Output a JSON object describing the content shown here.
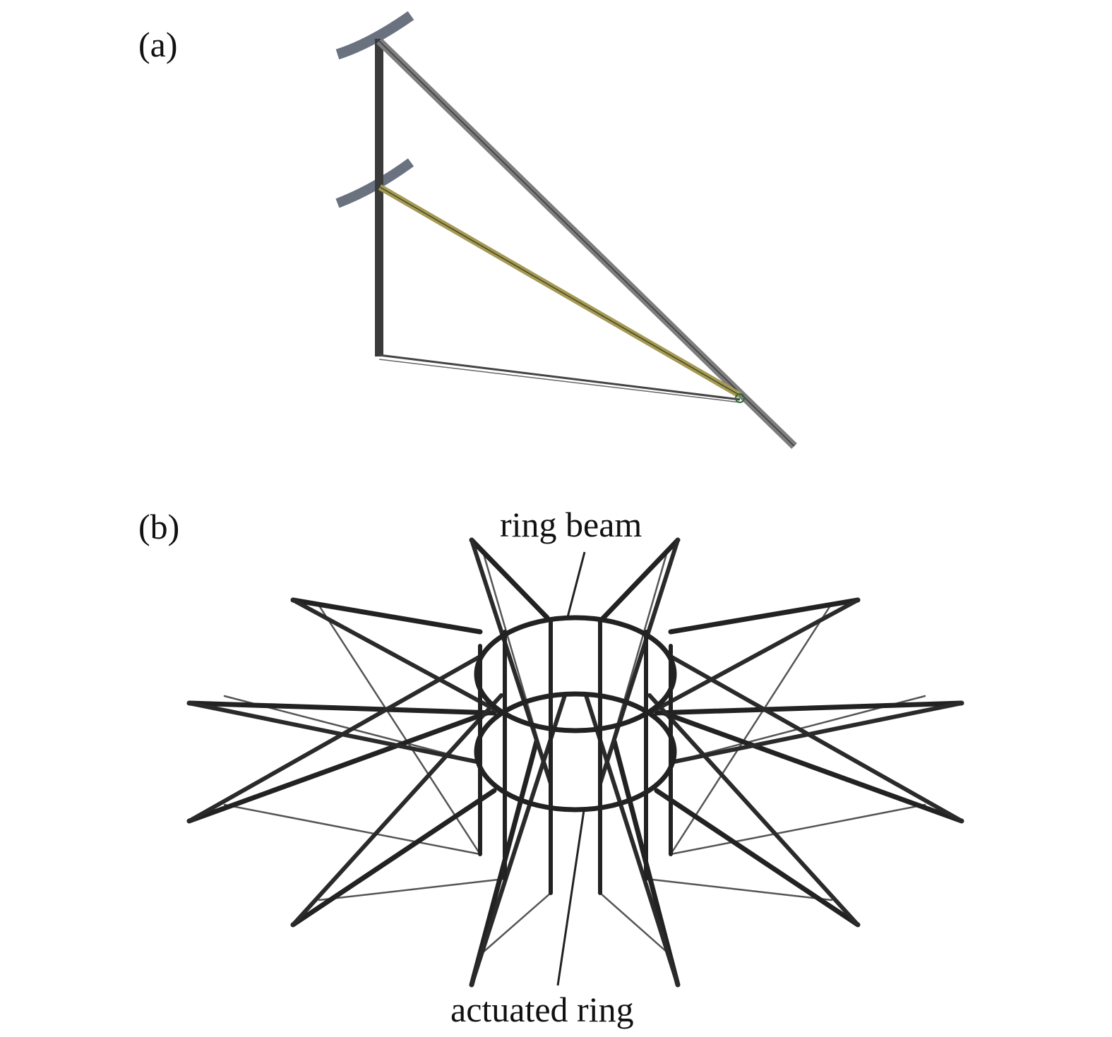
{
  "panels": {
    "a": {
      "label": "(a)"
    },
    "b": {
      "label": "(b)"
    }
  },
  "callouts": {
    "ring_beam": "ring beam",
    "actuated_ring": "actuated ring"
  },
  "colors": {
    "beam": "#2b2b2b",
    "strut_dark": "#222222",
    "strut_light": "#7d7d7d",
    "bar_gold": "#a39a55",
    "cable": "#555555",
    "pad": "#6a7280"
  }
}
